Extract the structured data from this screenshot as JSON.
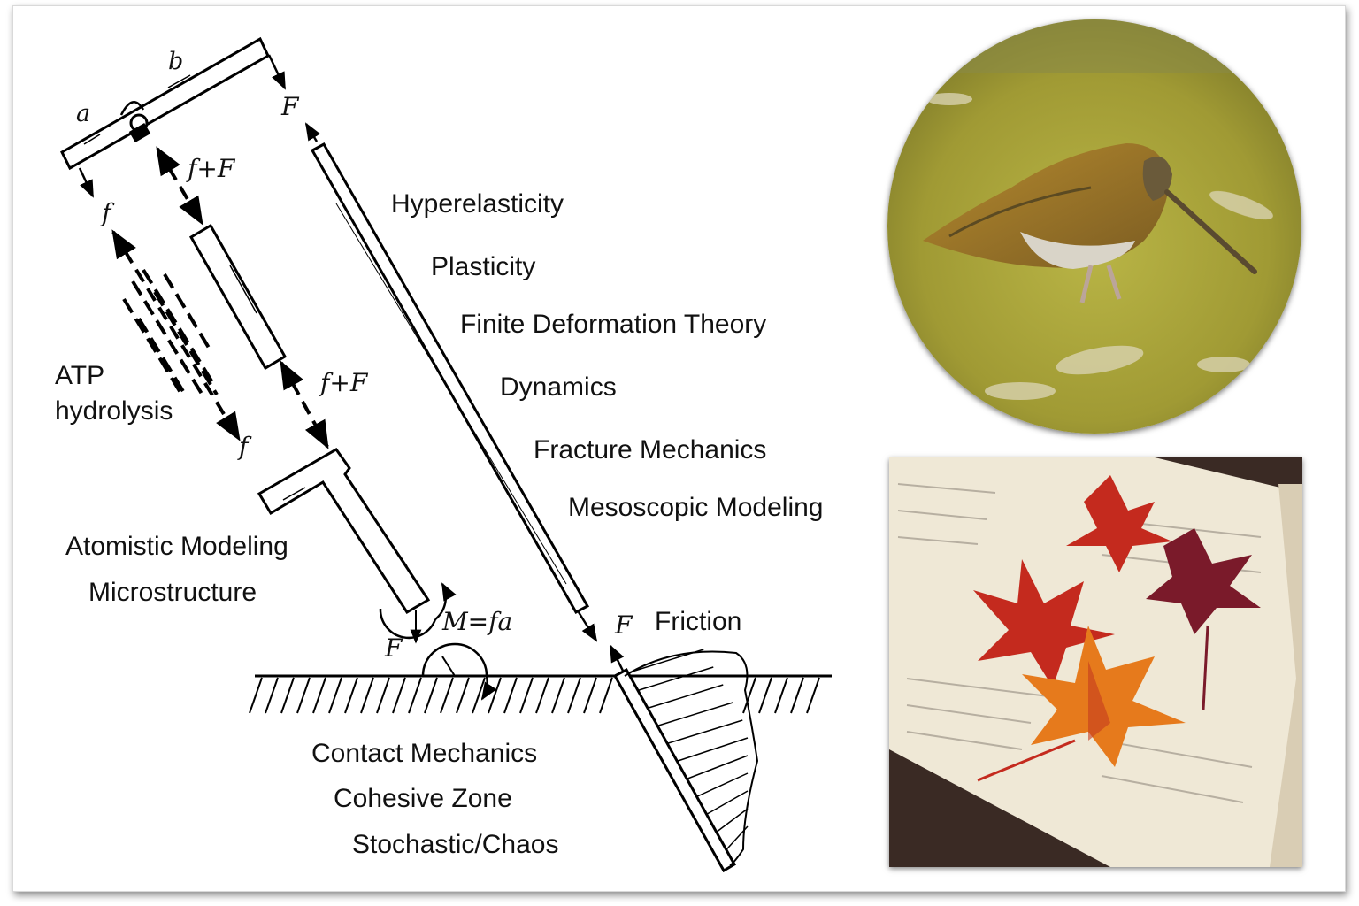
{
  "diagram": {
    "labels": {
      "b": "b",
      "a": "a",
      "F_top": "F",
      "f_plus_F_top": "f+F",
      "f_left": "f",
      "f_plus_F_mid": "f+F",
      "f_mid": "f",
      "M": "M=fa",
      "F_foot": "F",
      "F_tip": "F",
      "atp_line1": "ATP",
      "atp_line2": "hydrolysis"
    },
    "topics": {
      "hyperelasticity": "Hyperelasticity",
      "plasticity": "Plasticity",
      "finite_deformation": "Finite Deformation Theory",
      "dynamics": "Dynamics",
      "fracture": "Fracture Mechanics",
      "mesoscopic": "Mesoscopic Modeling",
      "atomistic": "Atomistic Modeling",
      "microstructure": "Microstructure",
      "friction": "Friction",
      "contact": "Contact Mechanics",
      "cohesive": "Cohesive Zone",
      "stochastic": "Stochastic/Chaos"
    }
  },
  "photos": {
    "bird_photo": "bird-probing-moss-photo",
    "book_photo": "autumn-maple-leaves-on-book-photo"
  },
  "colors": {
    "moss": "#a6a43a",
    "bird_brown": "#9a7a2e",
    "maple_red": "#c42a1e",
    "maple_orange": "#e67a1c",
    "page": "#efe8d6",
    "table": "#3a2a24"
  }
}
